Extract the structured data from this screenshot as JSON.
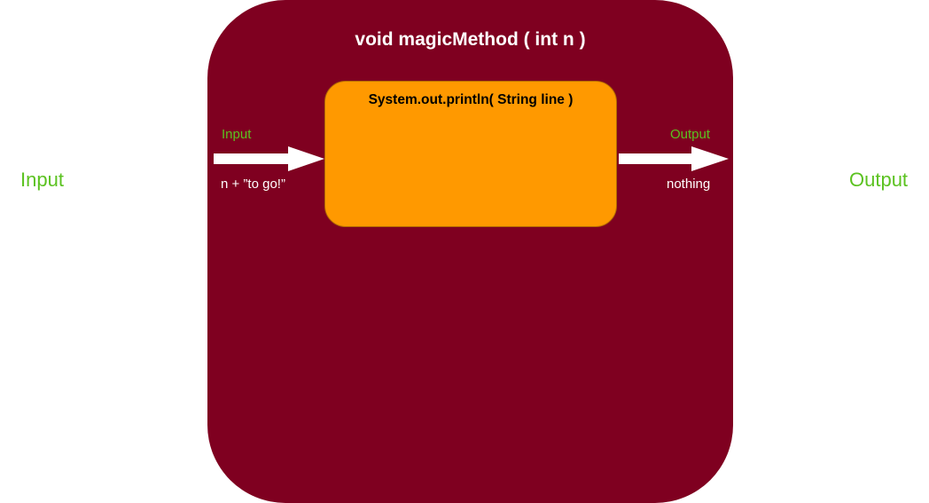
{
  "outer": {
    "input_label": "Input",
    "output_label": "Output"
  },
  "method": {
    "signature": "void magicMethod ( int n )",
    "input_label": "Input",
    "input_value": "n + ”to go!”",
    "output_label": "Output",
    "output_value": "nothing",
    "inner": {
      "signature": "System.out.println( String line )"
    }
  },
  "colors": {
    "method_box": "#7f0020",
    "inner_box": "#ff9900",
    "label_green": "#5bc220",
    "arrow": "#ffffff"
  }
}
